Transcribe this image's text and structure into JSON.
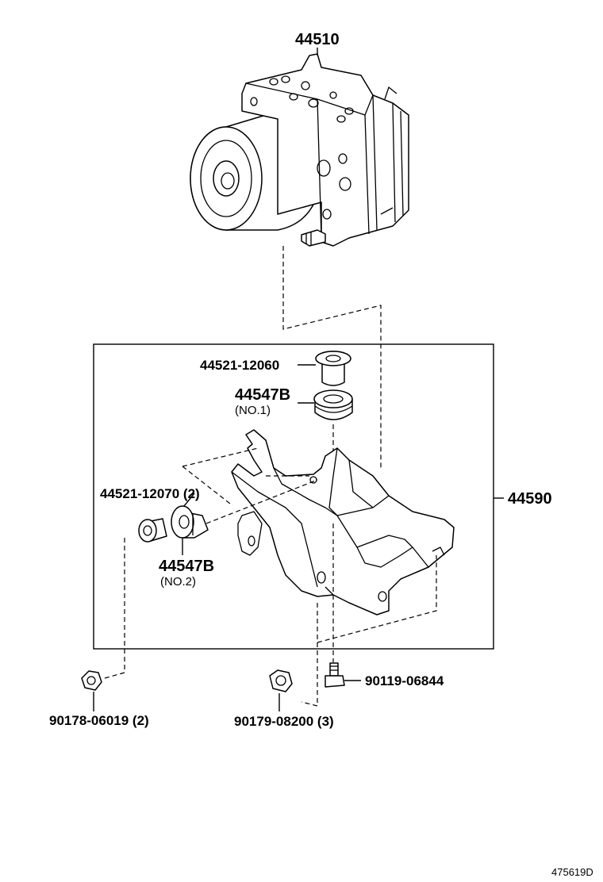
{
  "diagram": {
    "labels": {
      "abs_actuator": "44510",
      "bracket_assy": "44590",
      "cushion_collar_1": "44521-12060",
      "cushion_1_part": "44547B",
      "cushion_1_note": "(NO.1)",
      "cushion_collar_2": "44521-12070 (2)",
      "cushion_2_part": "44547B",
      "cushion_2_note": "(NO.2)",
      "nut_1": "90178-06019 (2)",
      "nut_2": "90179-08200 (3)",
      "bolt": "90119-06844",
      "illustration_id": "475619D"
    }
  }
}
